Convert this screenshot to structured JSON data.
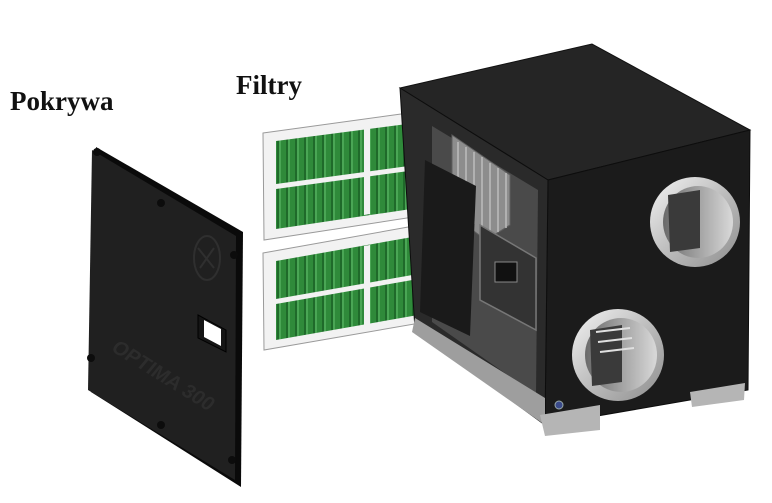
{
  "labels": {
    "cover": "Pokrywa",
    "filters": "Filtry"
  },
  "cover_marking": "OPTIMA 300",
  "colors": {
    "unit_body": "#1e1e1e",
    "unit_edge": "#0d0d0d",
    "filter_media": "#2f8a3a",
    "filter_frame": "#f2f2f2",
    "duct_ring": "#c9c9c9",
    "feet": "#b5b5b5"
  },
  "icons": [
    "cover-panel-icon",
    "filter-cassette-icon",
    "ventilation-unit-icon",
    "duct-opening-icon"
  ]
}
